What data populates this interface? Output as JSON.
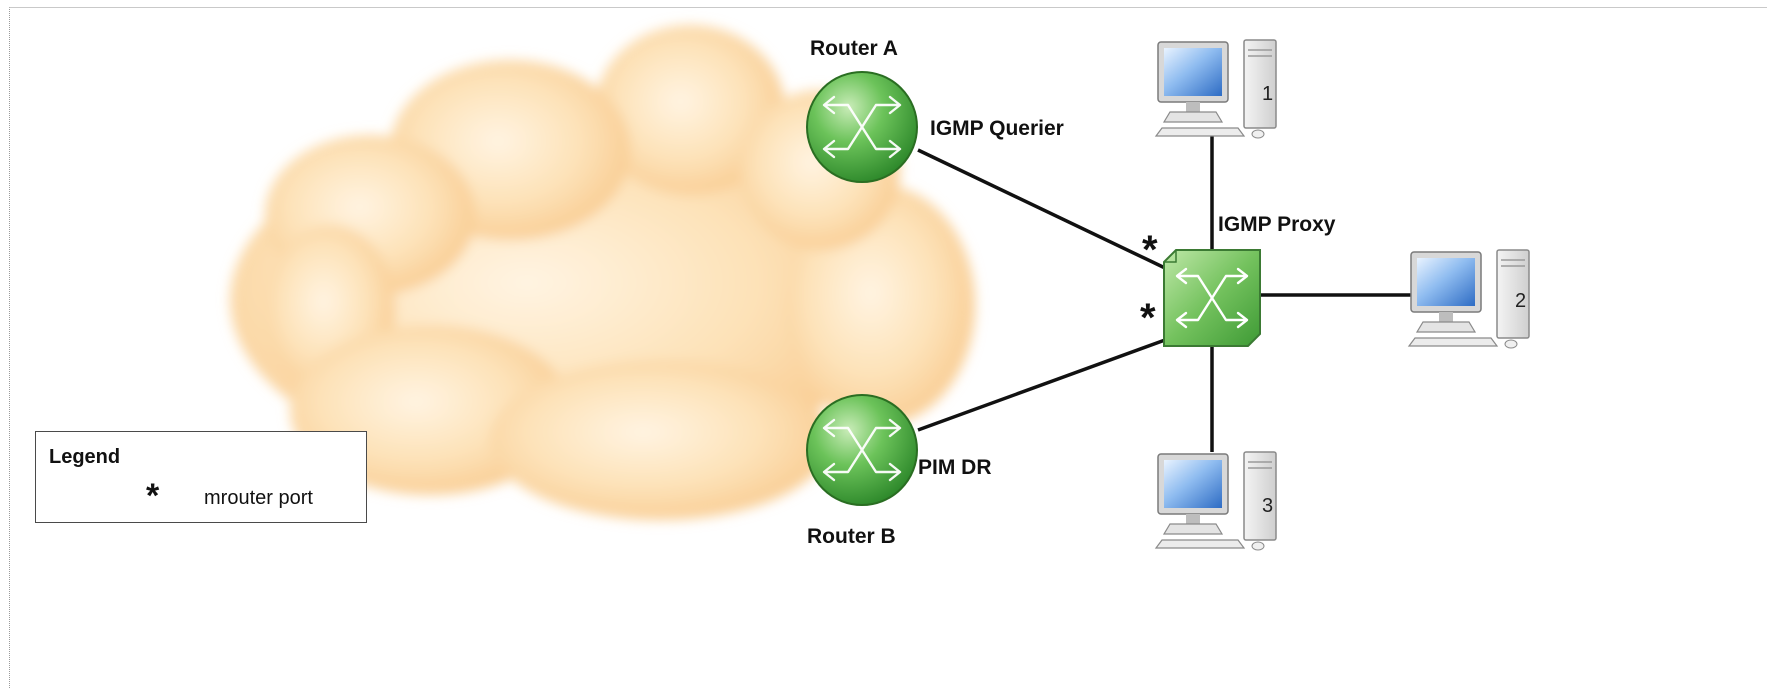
{
  "labels": {
    "router_a": "Router A",
    "router_b": "Router B",
    "igmp_querier": "IGMP Querier",
    "pim_dr": "PIM DR",
    "igmp_proxy": "IGMP Proxy"
  },
  "hosts": [
    {
      "number": "1"
    },
    {
      "number": "2"
    },
    {
      "number": "3"
    }
  ],
  "mrouter_marker": "*",
  "legend": {
    "title": "Legend",
    "symbol": "*",
    "text": "mrouter port"
  },
  "colors": {
    "cloud": "#fbd9a6",
    "router": "#5bb24c",
    "switch": "#6cbf57",
    "link": "#111111",
    "monitor": "#2f6fc2"
  }
}
